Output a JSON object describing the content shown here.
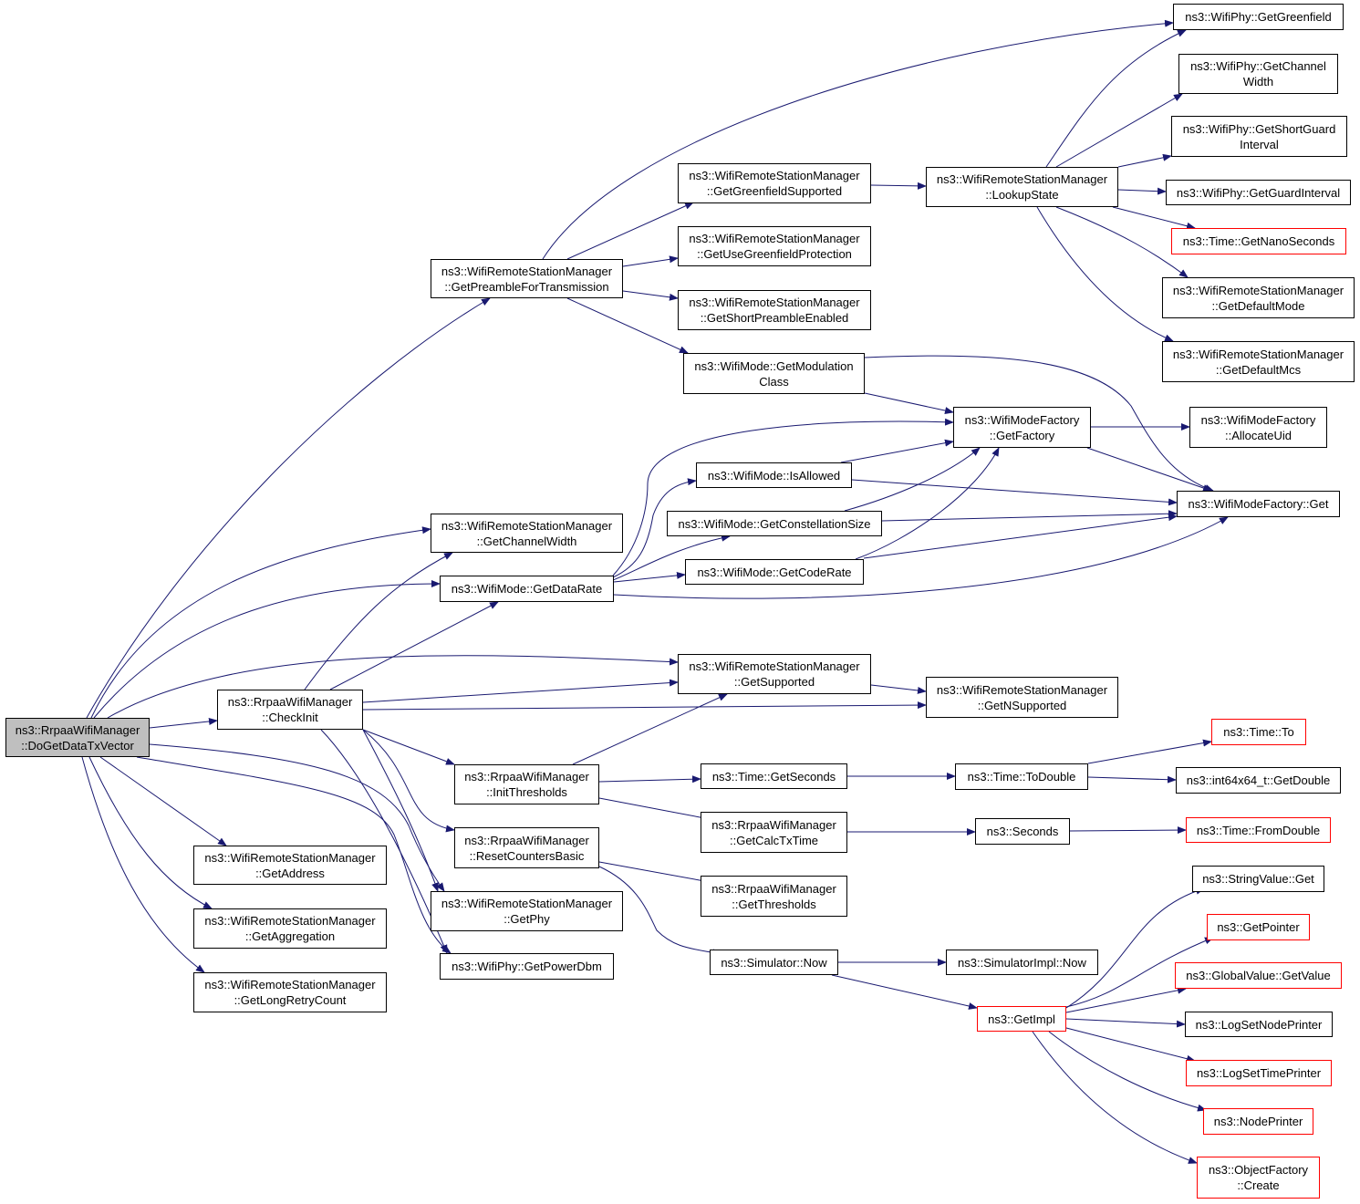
{
  "graph": {
    "edge_color": "#191970",
    "root_fill": "#bfbfbf",
    "truncated_border": "#ff0000",
    "nodes": {
      "root": {
        "lines": [
          "ns3::RrpaaWifiManager",
          "::DoGetDataTxVector"
        ]
      },
      "getPreambleForTransmission": {
        "lines": [
          "ns3::WifiRemoteStationManager",
          "::GetPreambleForTransmission"
        ]
      },
      "getChannelWidthMgr": {
        "lines": [
          "ns3::WifiRemoteStationManager",
          "::GetChannelWidth"
        ]
      },
      "getDataRate": {
        "lines": [
          "ns3::WifiMode::GetDataRate"
        ]
      },
      "checkInit": {
        "lines": [
          "ns3::RrpaaWifiManager",
          "::CheckInit"
        ]
      },
      "getAddress": {
        "lines": [
          "ns3::WifiRemoteStationManager",
          "::GetAddress"
        ]
      },
      "getAggregation": {
        "lines": [
          "ns3::WifiRemoteStationManager",
          "::GetAggregation"
        ]
      },
      "getLongRetryCount": {
        "lines": [
          "ns3::WifiRemoteStationManager",
          "::GetLongRetryCount"
        ]
      },
      "getGreenfieldSupported": {
        "lines": [
          "ns3::WifiRemoteStationManager",
          "::GetGreenfieldSupported"
        ]
      },
      "getUseGreenfieldProtection": {
        "lines": [
          "ns3::WifiRemoteStationManager",
          "::GetUseGreenfieldProtection"
        ]
      },
      "getShortPreambleEnabled": {
        "lines": [
          "ns3::WifiRemoteStationManager",
          "::GetShortPreambleEnabled"
        ]
      },
      "getModulationClass": {
        "lines": [
          "ns3::WifiMode::GetModulation",
          "Class"
        ]
      },
      "isAllowed": {
        "lines": [
          "ns3::WifiMode::IsAllowed"
        ]
      },
      "getConstellationSize": {
        "lines": [
          "ns3::WifiMode::GetConstellationSize"
        ]
      },
      "getCodeRate": {
        "lines": [
          "ns3::WifiMode::GetCodeRate"
        ]
      },
      "getSupported": {
        "lines": [
          "ns3::WifiRemoteStationManager",
          "::GetSupported"
        ]
      },
      "initThresholds": {
        "lines": [
          "ns3::RrpaaWifiManager",
          "::InitThresholds"
        ]
      },
      "resetCountersBasic": {
        "lines": [
          "ns3::RrpaaWifiManager",
          "::ResetCountersBasic"
        ]
      },
      "getPhy": {
        "lines": [
          "ns3::WifiRemoteStationManager",
          "::GetPhy"
        ]
      },
      "getPowerDbm": {
        "lines": [
          "ns3::WifiPhy::GetPowerDbm"
        ]
      },
      "lookupState": {
        "lines": [
          "ns3::WifiRemoteStationManager",
          "::LookupState"
        ]
      },
      "getFactory": {
        "lines": [
          "ns3::WifiModeFactory",
          "::GetFactory"
        ]
      },
      "getNSupported": {
        "lines": [
          "ns3::WifiRemoteStationManager",
          "::GetNSupported"
        ]
      },
      "getSeconds": {
        "lines": [
          "ns3::Time::GetSeconds"
        ]
      },
      "getCalcTxTime": {
        "lines": [
          "ns3::RrpaaWifiManager",
          "::GetCalcTxTime"
        ]
      },
      "getThresholds": {
        "lines": [
          "ns3::RrpaaWifiManager",
          "::GetThresholds"
        ]
      },
      "simulatorNow": {
        "lines": [
          "ns3::Simulator::Now"
        ]
      },
      "toDouble": {
        "lines": [
          "ns3::Time::ToDouble"
        ]
      },
      "seconds": {
        "lines": [
          "ns3::Seconds"
        ]
      },
      "simulatorImplNow": {
        "lines": [
          "ns3::SimulatorImpl::Now"
        ]
      },
      "getImpl": {
        "lines": [
          "ns3::GetImpl"
        ]
      },
      "getGreenfield": {
        "lines": [
          "ns3::WifiPhy::GetGreenfield"
        ]
      },
      "getChannelWidthPhy": {
        "lines": [
          "ns3::WifiPhy::GetChannel",
          "Width"
        ]
      },
      "getShortGuardInterval": {
        "lines": [
          "ns3::WifiPhy::GetShortGuard",
          "Interval"
        ]
      },
      "getGuardInterval": {
        "lines": [
          "ns3::WifiPhy::GetGuardInterval"
        ]
      },
      "getNanoSeconds": {
        "lines": [
          "ns3::Time::GetNanoSeconds"
        ]
      },
      "getDefaultMode": {
        "lines": [
          "ns3::WifiRemoteStationManager",
          "::GetDefaultMode"
        ]
      },
      "getDefaultMcs": {
        "lines": [
          "ns3::WifiRemoteStationManager",
          "::GetDefaultMcs"
        ]
      },
      "allocateUid": {
        "lines": [
          "ns3::WifiModeFactory",
          "::AllocateUid"
        ]
      },
      "wifiModeFactoryGet": {
        "lines": [
          "ns3::WifiModeFactory::Get"
        ]
      },
      "timeTo": {
        "lines": [
          "ns3::Time::To"
        ]
      },
      "int64GetDouble": {
        "lines": [
          "ns3::int64x64_t::GetDouble"
        ]
      },
      "fromDouble": {
        "lines": [
          "ns3::Time::FromDouble"
        ]
      },
      "stringValueGet": {
        "lines": [
          "ns3::StringValue::Get"
        ]
      },
      "getPointer": {
        "lines": [
          "ns3::GetPointer"
        ]
      },
      "globalValueGetValue": {
        "lines": [
          "ns3::GlobalValue::GetValue"
        ]
      },
      "logSetNodePrinter": {
        "lines": [
          "ns3::LogSetNodePrinter"
        ]
      },
      "logSetTimePrinter": {
        "lines": [
          "ns3::LogSetTimePrinter"
        ]
      },
      "nodePrinter": {
        "lines": [
          "ns3::NodePrinter"
        ]
      },
      "objectFactoryCreate": {
        "lines": [
          "ns3::ObjectFactory",
          "::Create"
        ]
      }
    }
  }
}
